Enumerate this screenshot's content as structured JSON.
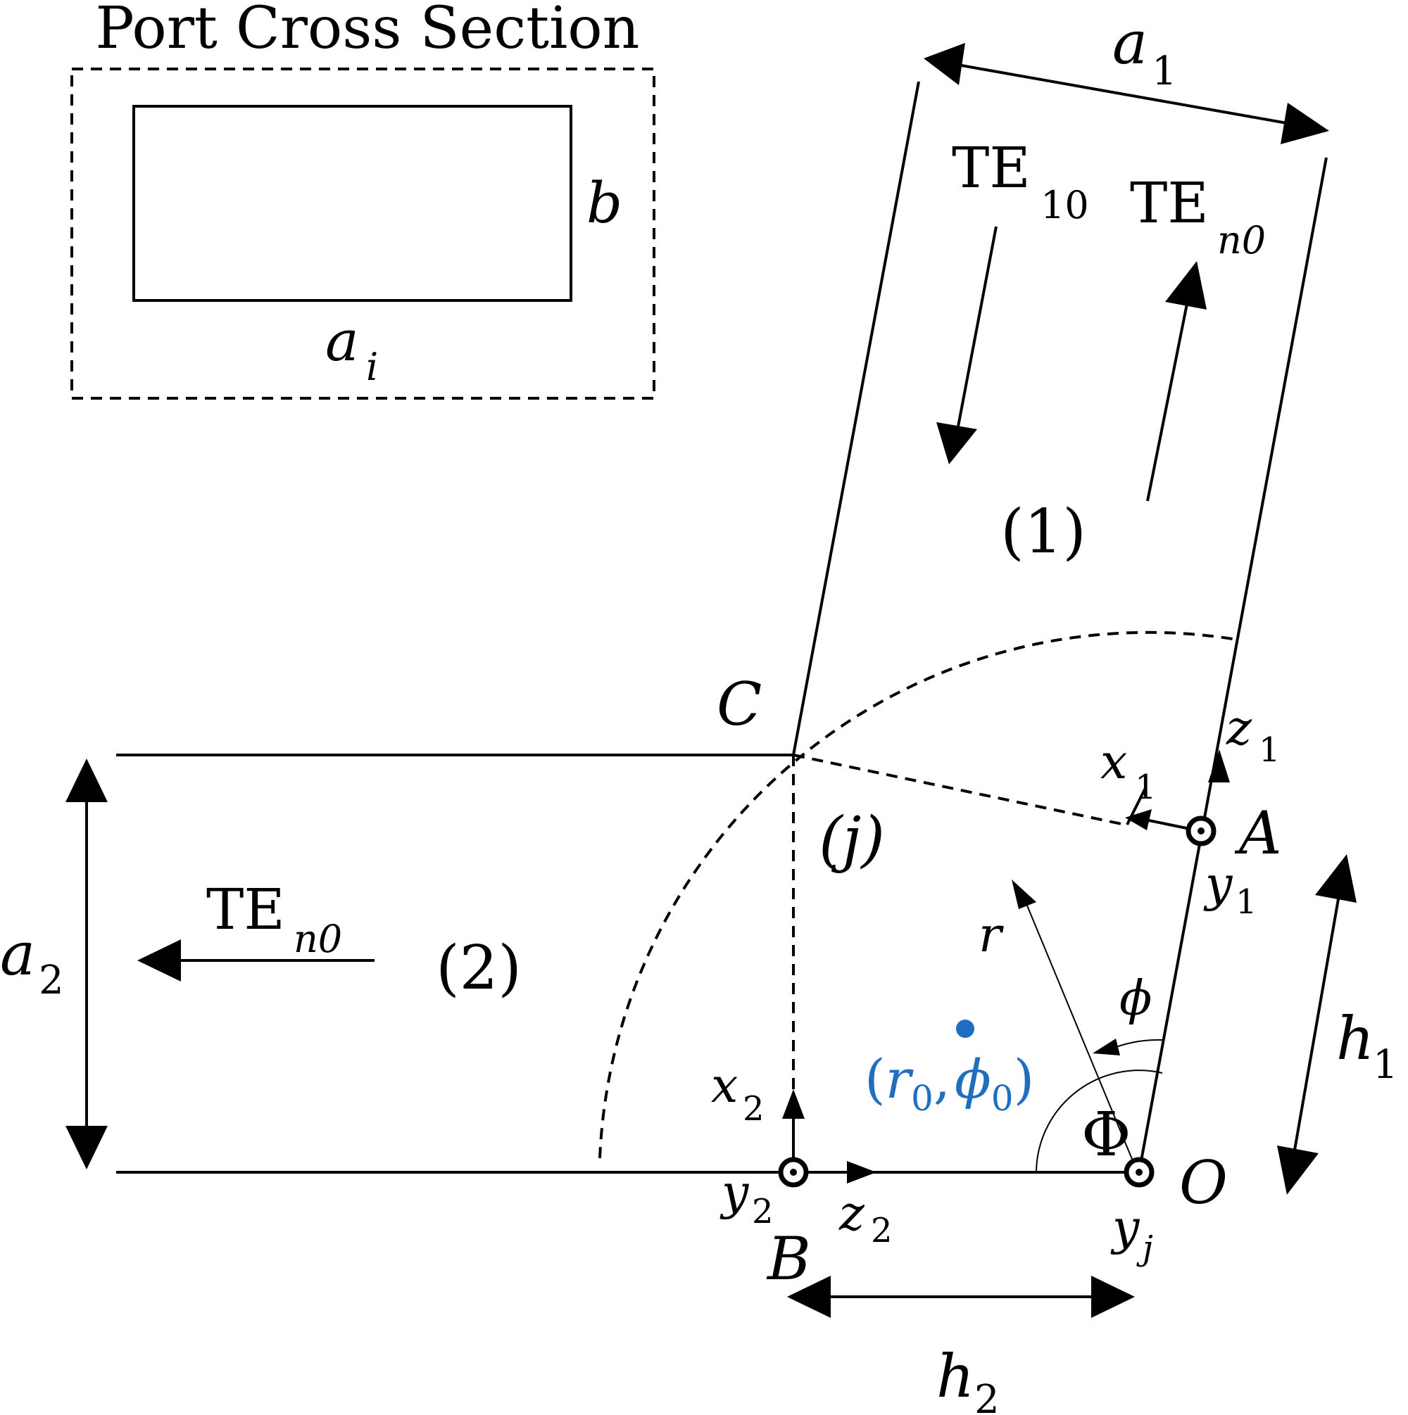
{
  "inset": {
    "title": "Port Cross Section",
    "height_label": "b",
    "width_label": "a",
    "width_sub": "i"
  },
  "dimensions": {
    "a1": {
      "main": "a",
      "sub": "1"
    },
    "a2": {
      "main": "a",
      "sub": "2"
    },
    "h1": {
      "main": "h",
      "sub": "1"
    },
    "h2": {
      "main": "h",
      "sub": "2"
    }
  },
  "modes": {
    "incident": {
      "main": "TE",
      "sub": "10"
    },
    "reflected": {
      "main": "TE",
      "sub": "n0"
    },
    "transmitted": {
      "main": "TE",
      "sub": "n0"
    }
  },
  "regions": {
    "guide1": "(1)",
    "junction": "(j)",
    "guide2": "(2)"
  },
  "points": {
    "C": "C",
    "A": "A",
    "B": "B",
    "O": "O"
  },
  "axes": {
    "z1": {
      "main": "z",
      "sub": "1"
    },
    "x1": {
      "main": "x",
      "sub": "1"
    },
    "y1": {
      "main": "y",
      "sub": "1"
    },
    "x2": {
      "main": "x",
      "sub": "2"
    },
    "y2": {
      "main": "y",
      "sub": "2"
    },
    "z2": {
      "main": "z",
      "sub": "2"
    },
    "yj": {
      "main": "y",
      "sub": "j"
    }
  },
  "polar": {
    "r": "r",
    "phi": "ϕ",
    "Phi": "Φ",
    "source_open": "(",
    "source_r": "r",
    "source_r_sub": "0",
    "source_comma": ",",
    "source_phi": "ϕ",
    "source_phi_sub": "0",
    "source_close": ")"
  },
  "colors": {
    "source": "#1f6fc0",
    "lines": "#000000"
  }
}
